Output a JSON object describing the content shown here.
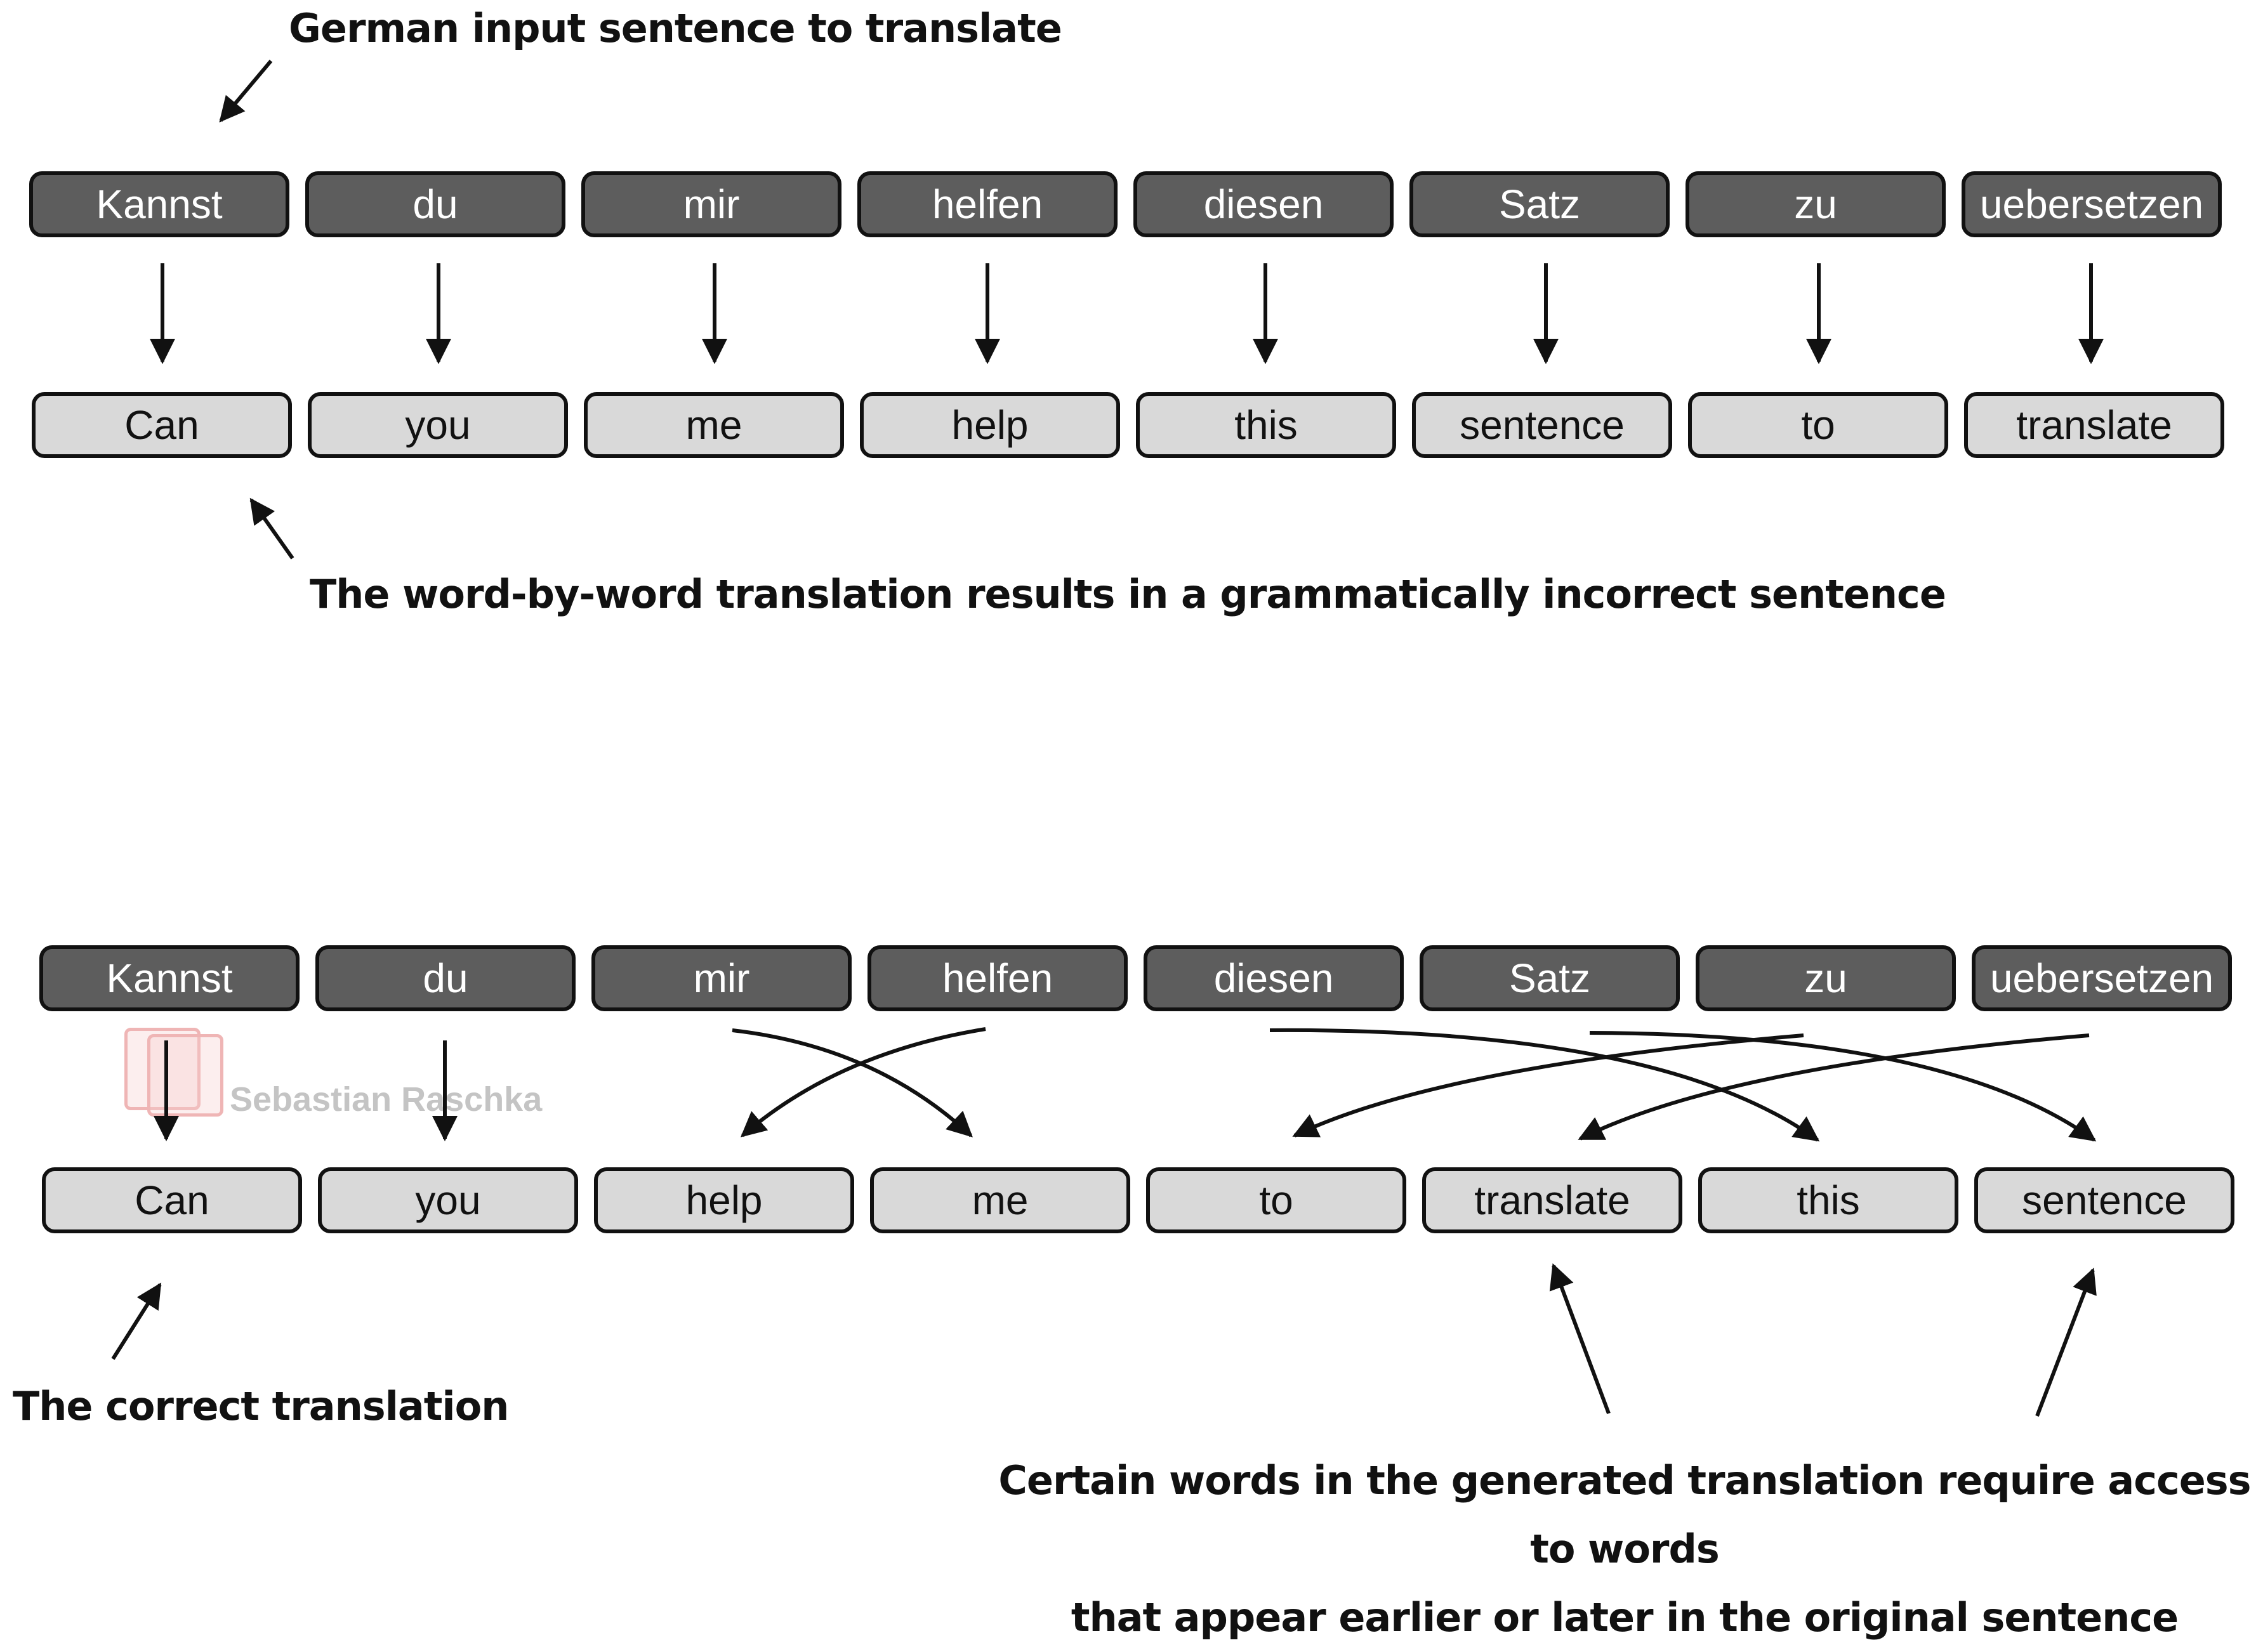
{
  "watermark": {
    "text": "Sebastian Raschka"
  },
  "top": {
    "annotation_input": "German input sentence to translate",
    "german": [
      "Kannst",
      "du",
      "mir",
      "helfen",
      "diesen",
      "Satz",
      "zu",
      "uebersetzen"
    ],
    "english": [
      "Can",
      "you",
      "me",
      "help",
      "this",
      "sentence",
      "to",
      "translate"
    ],
    "annotation_result": "The word-by-word translation results in a grammatically incorrect sentence"
  },
  "bottom": {
    "german": [
      "Kannst",
      "du",
      "mir",
      "helfen",
      "diesen",
      "Satz",
      "zu",
      "uebersetzen"
    ],
    "english": [
      "Can",
      "you",
      "help",
      "me",
      "to",
      "translate",
      "this",
      "sentence"
    ],
    "annotation_correct": "The correct translation",
    "annotation_reorder_line1": "Certain words in the generated translation require access to words",
    "annotation_reorder_line2": "that appear earlier or later in the original sentence"
  },
  "colors": {
    "german_box": "#5d5d5d",
    "english_box": "#d9d9d9",
    "outline": "#111111"
  }
}
